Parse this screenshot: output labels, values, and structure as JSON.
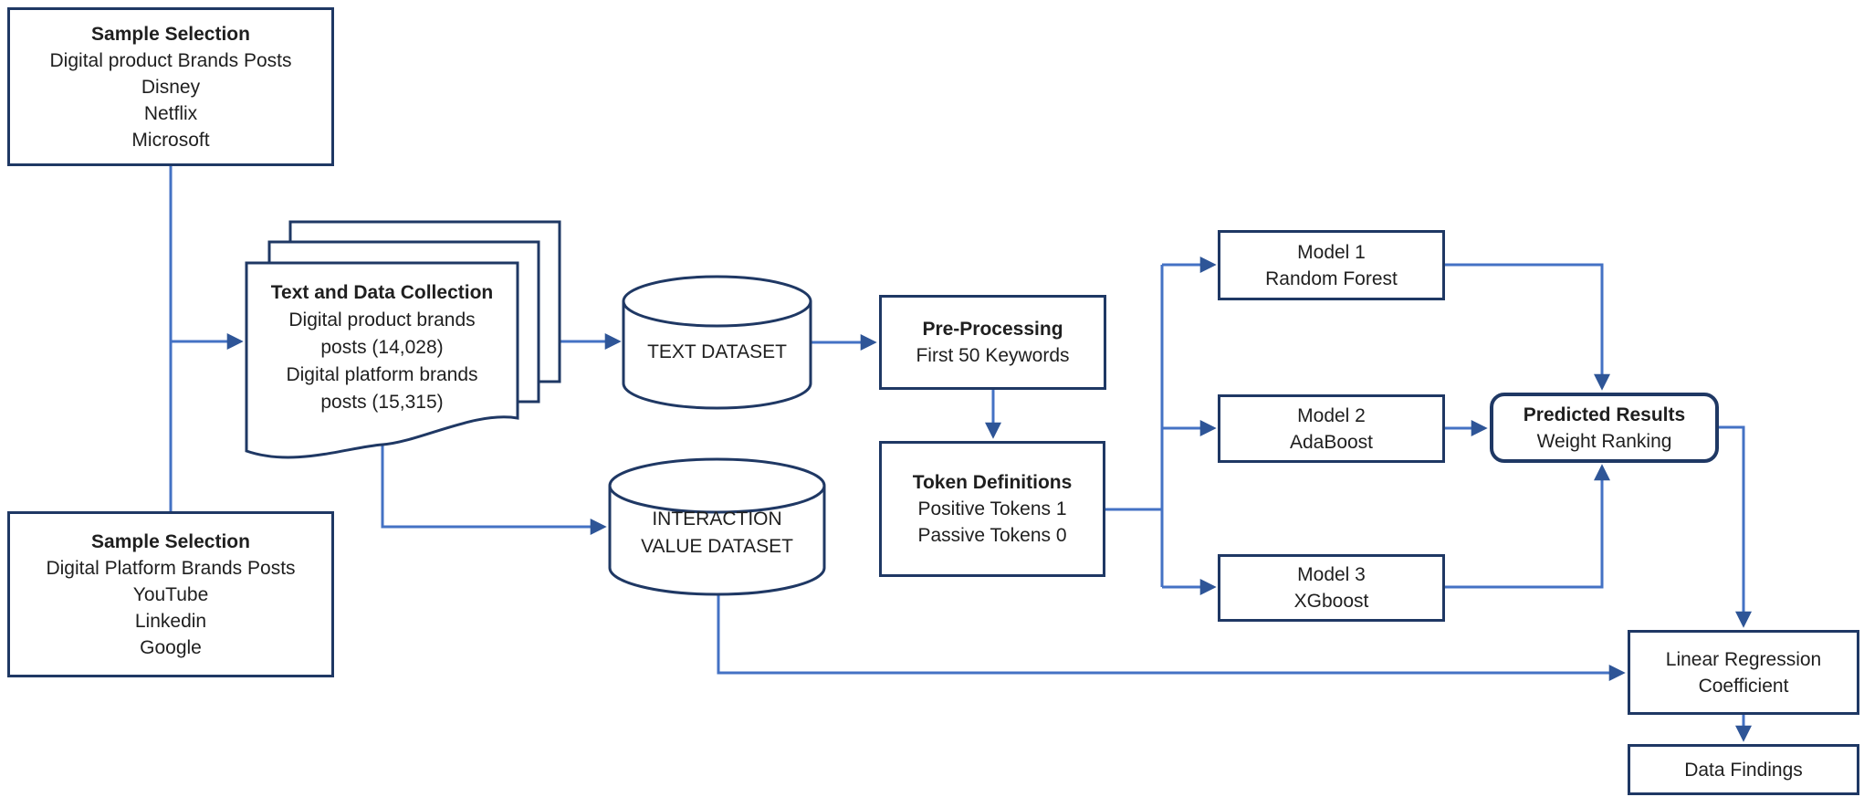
{
  "figure": {
    "type": "flowchart",
    "description": "Research methodology flow diagram for brand posts text mining and prediction"
  },
  "colors": {
    "box_border": "#1f3864",
    "connector_line": "#4472c4",
    "arrowhead": "#2e5597",
    "text": "#1f1f1f",
    "background": "#ffffff"
  },
  "nodes": {
    "sample_selection_product": {
      "title": "Sample Selection",
      "lines": [
        "Digital product Brands Posts",
        "Disney",
        "Netflix",
        "Microsoft"
      ]
    },
    "sample_selection_platform": {
      "title": "Sample Selection",
      "lines": [
        "Digital Platform Brands Posts",
        "YouTube",
        "Linkedin",
        "Google"
      ]
    },
    "text_and_data_collection": {
      "title": "Text and Data Collection",
      "lines": [
        "Digital product brands",
        "posts (14,028)",
        "Digital platform brands",
        "posts  (15,315)"
      ]
    },
    "text_dataset": {
      "label": "TEXT DATASET"
    },
    "interaction_value_dataset": {
      "lines": [
        "INTERACTION",
        "VALUE DATASET"
      ]
    },
    "pre_processing": {
      "title": "Pre-Processing",
      "subtitle": "First 50 Keywords"
    },
    "token_definitions": {
      "title": "Token Definitions",
      "lines": [
        "Positive Tokens 1",
        "Passive Tokens 0"
      ]
    },
    "model_1": {
      "title": "Model 1",
      "subtitle": "Random Forest"
    },
    "model_2": {
      "title": "Model 2",
      "subtitle": "AdaBoost"
    },
    "model_3": {
      "title": "Model 3",
      "subtitle": "XGboost"
    },
    "predicted_results": {
      "title": "Predicted Results",
      "subtitle": "Weight Ranking"
    },
    "linear_regression": {
      "lines": [
        "Linear Regression",
        "Coefficient"
      ]
    },
    "data_findings": {
      "label": "Data Findings"
    }
  }
}
